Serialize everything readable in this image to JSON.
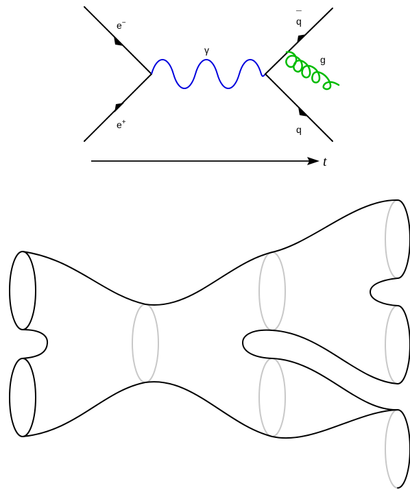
{
  "feynman": {
    "labels": {
      "electron": "e",
      "electron_charge": "−",
      "positron": "e",
      "positron_charge": "+",
      "photon": "γ",
      "antiquark": "q",
      "antiquark_bar": "¯",
      "quark": "q",
      "gluon": "g",
      "time": "t"
    },
    "colors": {
      "fermion": "#000000",
      "photon": "#0000dd",
      "gluon": "#00bb00"
    }
  },
  "worldsheet": {
    "colors": {
      "outline": "#000000",
      "hidden_cross_section": "#c8c8c8"
    }
  }
}
